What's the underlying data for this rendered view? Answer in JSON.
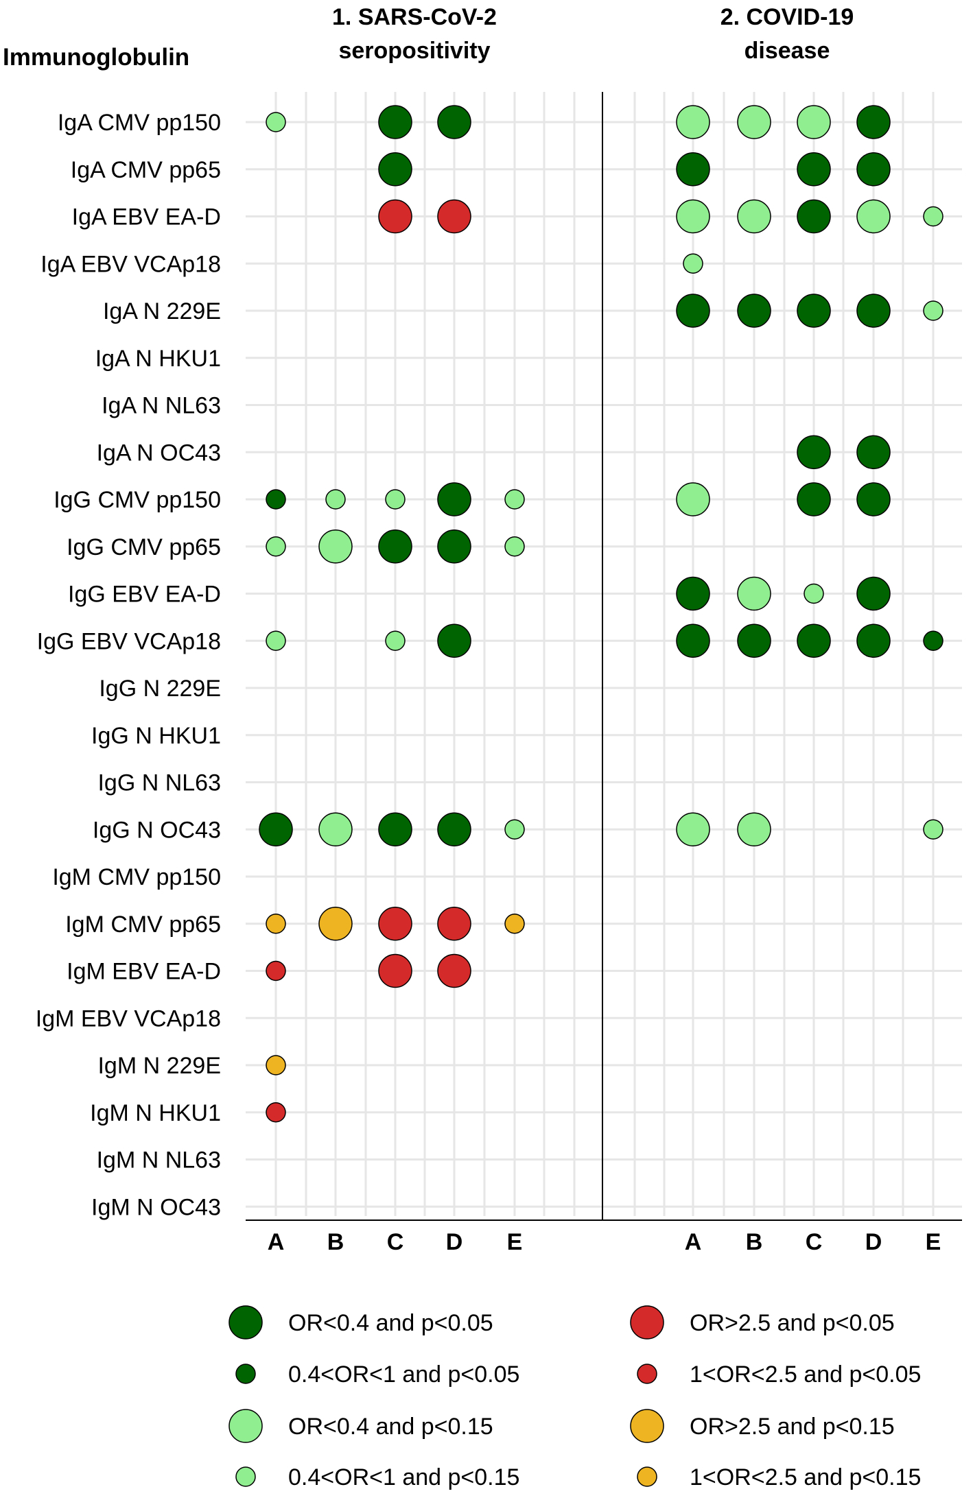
{
  "chart_data": {
    "type": "scatter",
    "y_axis_title": "Immunoglobulin",
    "panels": [
      {
        "title_line1": "1. SARS-CoV-2",
        "title_line2": "seropositivity",
        "columns": [
          "A",
          "B",
          "C",
          "D",
          "E"
        ]
      },
      {
        "title_line1": "2. COVID-19",
        "title_line2": "disease",
        "columns": [
          "A",
          "B",
          "C",
          "D",
          "E"
        ]
      }
    ],
    "rows": [
      "IgA CMV pp150",
      "IgA CMV pp65",
      "IgA EBV EA-D",
      "IgA EBV VCAp18",
      "IgA N 229E",
      "IgA N HKU1",
      "IgA N NL63",
      "IgA N OC43",
      "IgG CMV pp150",
      "IgG CMV pp65",
      "IgG EBV EA-D",
      "IgG EBV VCAp18",
      "IgG N 229E",
      "IgG N HKU1",
      "IgG N NL63",
      "IgG N OC43",
      "IgM CMV pp150",
      "IgM CMV pp65",
      "IgM EBV EA-D",
      "IgM EBV VCAp18",
      "IgM N 229E",
      "IgM N HKU1",
      "IgM N NL63",
      "IgM N OC43"
    ],
    "categories": [
      {
        "key": "dg_big",
        "label": "OR<0.4 and p<0.05",
        "color": "#006400",
        "size": "large"
      },
      {
        "key": "dg_small",
        "label": "0.4<OR<1 and p<0.05",
        "color": "#006400",
        "size": "small"
      },
      {
        "key": "lg_big",
        "label": "OR<0.4 and p<0.15",
        "color": "#90EE90",
        "size": "large"
      },
      {
        "key": "lg_small",
        "label": "0.4<OR<1 and p<0.15",
        "color": "#90EE90",
        "size": "small"
      },
      {
        "key": "r_big",
        "label": "OR>2.5 and p<0.05",
        "color": "#D42A2A",
        "size": "large"
      },
      {
        "key": "r_small",
        "label": "1<OR<2.5 and p<0.05",
        "color": "#D42A2A",
        "size": "small"
      },
      {
        "key": "o_big",
        "label": "OR>2.5 and p<0.15",
        "color": "#EEB422",
        "size": "large"
      },
      {
        "key": "o_small",
        "label": "1<OR<2.5 and p<0.15",
        "color": "#EEB422",
        "size": "small"
      }
    ],
    "points": [
      {
        "panel": 1,
        "column": "A",
        "row": "IgA CMV pp150",
        "category": "lg_small"
      },
      {
        "panel": 1,
        "column": "C",
        "row": "IgA CMV pp150",
        "category": "dg_big"
      },
      {
        "panel": 1,
        "column": "D",
        "row": "IgA CMV pp150",
        "category": "dg_big"
      },
      {
        "panel": 1,
        "column": "C",
        "row": "IgA CMV pp65",
        "category": "dg_big"
      },
      {
        "panel": 1,
        "column": "C",
        "row": "IgA EBV EA-D",
        "category": "r_big"
      },
      {
        "panel": 1,
        "column": "D",
        "row": "IgA EBV EA-D",
        "category": "r_big"
      },
      {
        "panel": 1,
        "column": "A",
        "row": "IgG CMV pp150",
        "category": "dg_small"
      },
      {
        "panel": 1,
        "column": "B",
        "row": "IgG CMV pp150",
        "category": "lg_small"
      },
      {
        "panel": 1,
        "column": "C",
        "row": "IgG CMV pp150",
        "category": "lg_small"
      },
      {
        "panel": 1,
        "column": "D",
        "row": "IgG CMV pp150",
        "category": "dg_big"
      },
      {
        "panel": 1,
        "column": "E",
        "row": "IgG CMV pp150",
        "category": "lg_small"
      },
      {
        "panel": 1,
        "column": "A",
        "row": "IgG CMV pp65",
        "category": "lg_small"
      },
      {
        "panel": 1,
        "column": "B",
        "row": "IgG CMV pp65",
        "category": "lg_big"
      },
      {
        "panel": 1,
        "column": "C",
        "row": "IgG CMV pp65",
        "category": "dg_big"
      },
      {
        "panel": 1,
        "column": "D",
        "row": "IgG CMV pp65",
        "category": "dg_big"
      },
      {
        "panel": 1,
        "column": "E",
        "row": "IgG CMV pp65",
        "category": "lg_small"
      },
      {
        "panel": 1,
        "column": "A",
        "row": "IgG EBV VCAp18",
        "category": "lg_small"
      },
      {
        "panel": 1,
        "column": "C",
        "row": "IgG EBV VCAp18",
        "category": "lg_small"
      },
      {
        "panel": 1,
        "column": "D",
        "row": "IgG EBV VCAp18",
        "category": "dg_big"
      },
      {
        "panel": 1,
        "column": "A",
        "row": "IgG N OC43",
        "category": "dg_big"
      },
      {
        "panel": 1,
        "column": "B",
        "row": "IgG N OC43",
        "category": "lg_big"
      },
      {
        "panel": 1,
        "column": "C",
        "row": "IgG N OC43",
        "category": "dg_big"
      },
      {
        "panel": 1,
        "column": "D",
        "row": "IgG N OC43",
        "category": "dg_big"
      },
      {
        "panel": 1,
        "column": "E",
        "row": "IgG N OC43",
        "category": "lg_small"
      },
      {
        "panel": 1,
        "column": "A",
        "row": "IgM CMV pp65",
        "category": "o_small"
      },
      {
        "panel": 1,
        "column": "B",
        "row": "IgM CMV pp65",
        "category": "o_big"
      },
      {
        "panel": 1,
        "column": "C",
        "row": "IgM CMV pp65",
        "category": "r_big"
      },
      {
        "panel": 1,
        "column": "D",
        "row": "IgM CMV pp65",
        "category": "r_big"
      },
      {
        "panel": 1,
        "column": "E",
        "row": "IgM CMV pp65",
        "category": "o_small"
      },
      {
        "panel": 1,
        "column": "A",
        "row": "IgM EBV EA-D",
        "category": "r_small"
      },
      {
        "panel": 1,
        "column": "C",
        "row": "IgM EBV EA-D",
        "category": "r_big"
      },
      {
        "panel": 1,
        "column": "D",
        "row": "IgM EBV EA-D",
        "category": "r_big"
      },
      {
        "panel": 1,
        "column": "A",
        "row": "IgM N 229E",
        "category": "o_small"
      },
      {
        "panel": 1,
        "column": "A",
        "row": "IgM N HKU1",
        "category": "r_small"
      },
      {
        "panel": 2,
        "column": "A",
        "row": "IgA CMV pp150",
        "category": "lg_big"
      },
      {
        "panel": 2,
        "column": "B",
        "row": "IgA CMV pp150",
        "category": "lg_big"
      },
      {
        "panel": 2,
        "column": "C",
        "row": "IgA CMV pp150",
        "category": "lg_big"
      },
      {
        "panel": 2,
        "column": "D",
        "row": "IgA CMV pp150",
        "category": "dg_big"
      },
      {
        "panel": 2,
        "column": "A",
        "row": "IgA CMV pp65",
        "category": "dg_big"
      },
      {
        "panel": 2,
        "column": "C",
        "row": "IgA CMV pp65",
        "category": "dg_big"
      },
      {
        "panel": 2,
        "column": "D",
        "row": "IgA CMV pp65",
        "category": "dg_big"
      },
      {
        "panel": 2,
        "column": "A",
        "row": "IgA EBV EA-D",
        "category": "lg_big"
      },
      {
        "panel": 2,
        "column": "B",
        "row": "IgA EBV EA-D",
        "category": "lg_big"
      },
      {
        "panel": 2,
        "column": "C",
        "row": "IgA EBV EA-D",
        "category": "dg_big"
      },
      {
        "panel": 2,
        "column": "D",
        "row": "IgA EBV EA-D",
        "category": "lg_big"
      },
      {
        "panel": 2,
        "column": "E",
        "row": "IgA EBV EA-D",
        "category": "lg_small"
      },
      {
        "panel": 2,
        "column": "A",
        "row": "IgA EBV VCAp18",
        "category": "lg_small"
      },
      {
        "panel": 2,
        "column": "A",
        "row": "IgA N 229E",
        "category": "dg_big"
      },
      {
        "panel": 2,
        "column": "B",
        "row": "IgA N 229E",
        "category": "dg_big"
      },
      {
        "panel": 2,
        "column": "C",
        "row": "IgA N 229E",
        "category": "dg_big"
      },
      {
        "panel": 2,
        "column": "D",
        "row": "IgA N 229E",
        "category": "dg_big"
      },
      {
        "panel": 2,
        "column": "E",
        "row": "IgA N 229E",
        "category": "lg_small"
      },
      {
        "panel": 2,
        "column": "C",
        "row": "IgA N OC43",
        "category": "dg_big"
      },
      {
        "panel": 2,
        "column": "D",
        "row": "IgA N OC43",
        "category": "dg_big"
      },
      {
        "panel": 2,
        "column": "A",
        "row": "IgG CMV pp150",
        "category": "lg_big"
      },
      {
        "panel": 2,
        "column": "C",
        "row": "IgG CMV pp150",
        "category": "dg_big"
      },
      {
        "panel": 2,
        "column": "D",
        "row": "IgG CMV pp150",
        "category": "dg_big"
      },
      {
        "panel": 2,
        "column": "A",
        "row": "IgG EBV EA-D",
        "category": "dg_big"
      },
      {
        "panel": 2,
        "column": "B",
        "row": "IgG EBV EA-D",
        "category": "lg_big"
      },
      {
        "panel": 2,
        "column": "C",
        "row": "IgG EBV EA-D",
        "category": "lg_small"
      },
      {
        "panel": 2,
        "column": "D",
        "row": "IgG EBV EA-D",
        "category": "dg_big"
      },
      {
        "panel": 2,
        "column": "A",
        "row": "IgG EBV VCAp18",
        "category": "dg_big"
      },
      {
        "panel": 2,
        "column": "B",
        "row": "IgG EBV VCAp18",
        "category": "dg_big"
      },
      {
        "panel": 2,
        "column": "C",
        "row": "IgG EBV VCAp18",
        "category": "dg_big"
      },
      {
        "panel": 2,
        "column": "D",
        "row": "IgG EBV VCAp18",
        "category": "dg_big"
      },
      {
        "panel": 2,
        "column": "E",
        "row": "IgG EBV VCAp18",
        "category": "dg_small"
      },
      {
        "panel": 2,
        "column": "A",
        "row": "IgG N OC43",
        "category": "lg_big"
      },
      {
        "panel": 2,
        "column": "B",
        "row": "IgG N OC43",
        "category": "lg_big"
      },
      {
        "panel": 2,
        "column": "E",
        "row": "IgG N OC43",
        "category": "lg_small"
      }
    ]
  }
}
